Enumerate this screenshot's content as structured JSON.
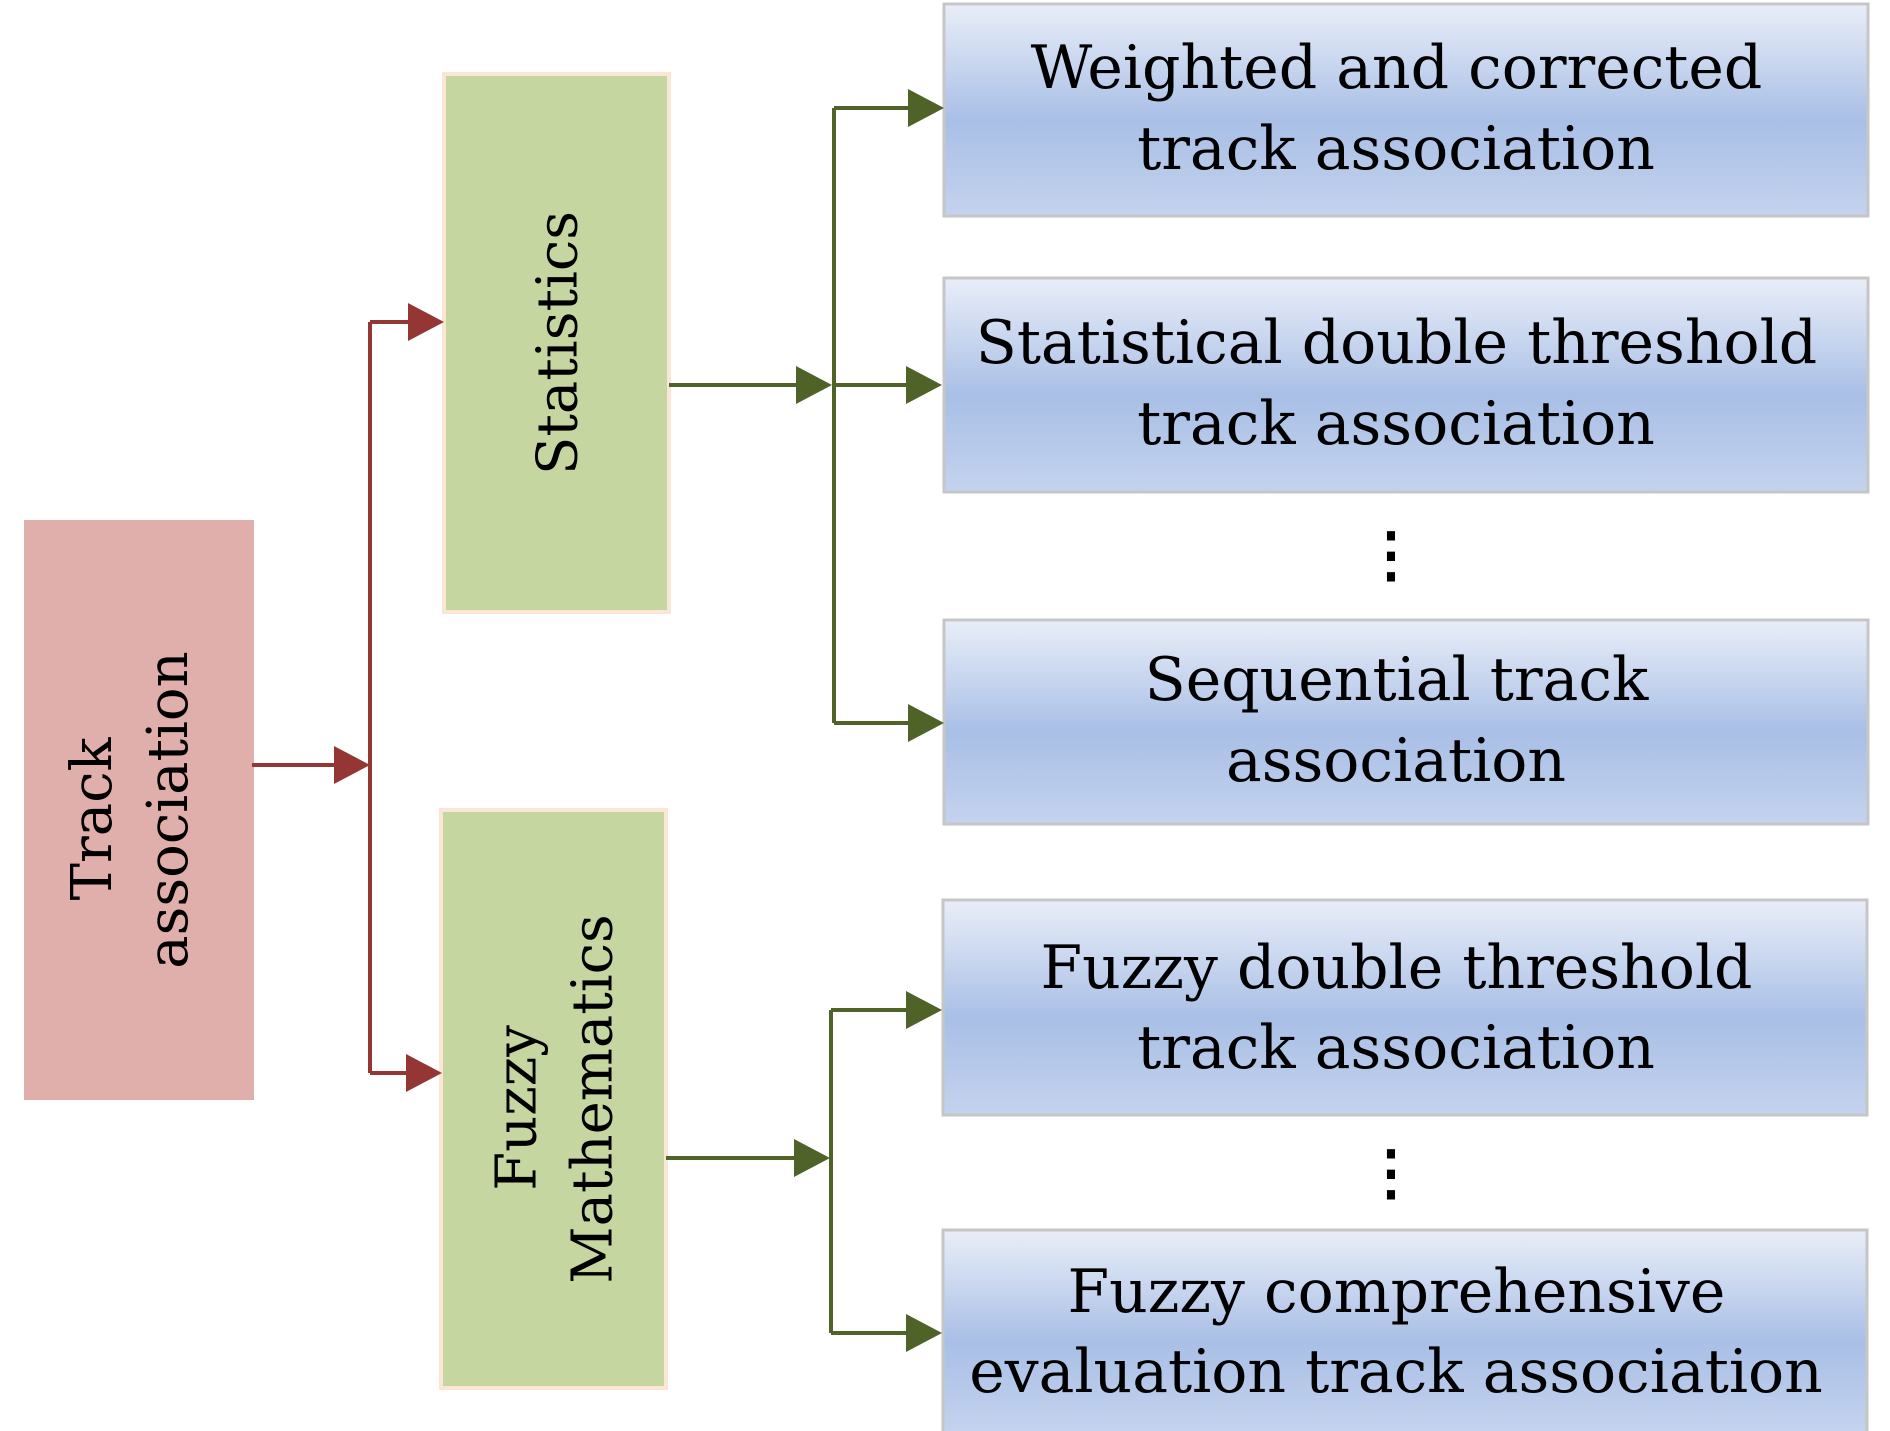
{
  "colors": {
    "root_fill": "#e0aeab",
    "category_fill": "#c5d6a0",
    "category_border": "#fbe6d5",
    "leaf_top": "#e9eef8",
    "leaf_bottom": "#a9bfe6",
    "leaf_border": "#c6c6c6",
    "red_arrow": "#943634",
    "green_arrow": "#4f6228"
  },
  "root": {
    "lines": [
      "Track",
      "association"
    ]
  },
  "categories": [
    {
      "lines": [
        "Statistics"
      ]
    },
    {
      "lines": [
        "Fuzzy",
        "Mathematics"
      ]
    }
  ],
  "leaves": [
    {
      "lines": [
        "Weighted and corrected",
        "track association"
      ]
    },
    {
      "lines": [
        "Statistical double threshold",
        "track association"
      ]
    },
    {
      "lines": [
        "Sequential track",
        "association"
      ]
    },
    {
      "lines": [
        "Fuzzy double threshold",
        "track association"
      ]
    },
    {
      "lines": [
        "Fuzzy comprehensive",
        "evaluation track association"
      ]
    }
  ],
  "ellipsis": "⋮"
}
